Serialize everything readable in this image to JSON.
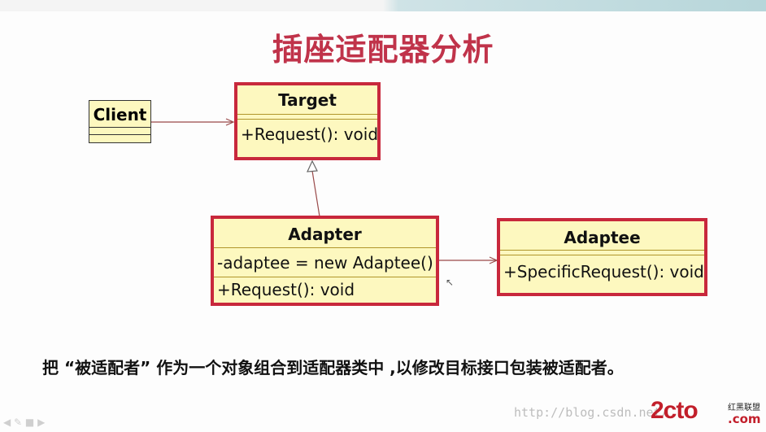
{
  "slide": {
    "title": "插座适配器分析",
    "caption": "把 “被适配者” 作为一个对象组合到适配器类中 ,以修改目标接口包装被适配者。"
  },
  "classes": {
    "client": {
      "name": "Client"
    },
    "target": {
      "name": "Target",
      "op": "+Request(): void"
    },
    "adapter": {
      "name": "Adapter",
      "attr": "-adaptee = new Adaptee()",
      "op": "+Request(): void"
    },
    "adaptee": {
      "name": "Adaptee",
      "op": "+SpecificRequest(): void"
    }
  },
  "watermark": {
    "url": "http://blog.csdn.net/",
    "logo": "2cto",
    "logo_tag": "红黑联盟",
    "logo_domain": ".com"
  },
  "colors": {
    "class_fill": "#fdf8bf",
    "class_border": "#c8283c",
    "title": "#c0334a",
    "connector": "#9a4a4a"
  }
}
